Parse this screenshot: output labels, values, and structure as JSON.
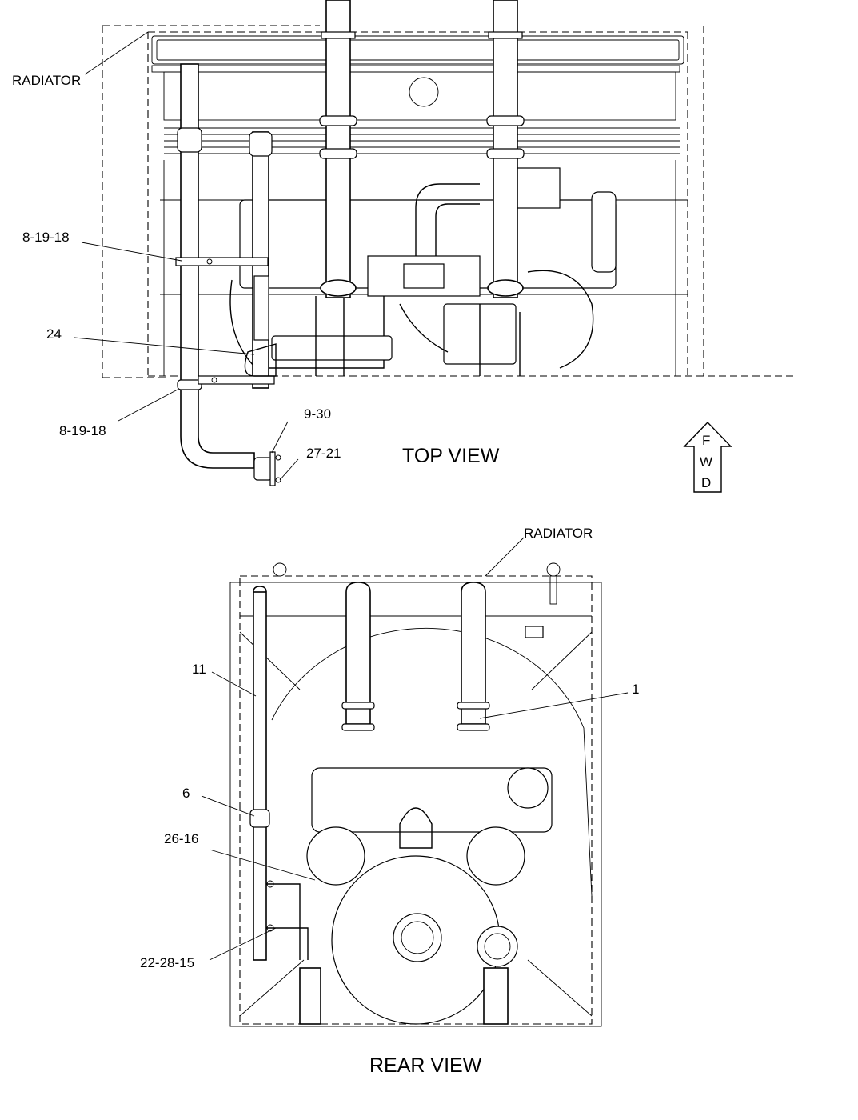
{
  "top_view": {
    "title": "TOP VIEW",
    "callouts": {
      "radiator": "RADIATOR",
      "c_8_19_18_upper": "8-19-18",
      "c_24": "24",
      "c_8_19_18_lower": "8-19-18",
      "c_9_30": "9-30",
      "c_27_21": "27-21"
    },
    "fwd_arrow": {
      "f": "F",
      "w": "W",
      "d": "D"
    }
  },
  "rear_view": {
    "title": "REAR VIEW",
    "callouts": {
      "radiator": "RADIATOR",
      "c_11": "11",
      "c_1": "1",
      "c_6": "6",
      "c_26_16": "26-16",
      "c_22_28_15": "22-28-15"
    }
  }
}
